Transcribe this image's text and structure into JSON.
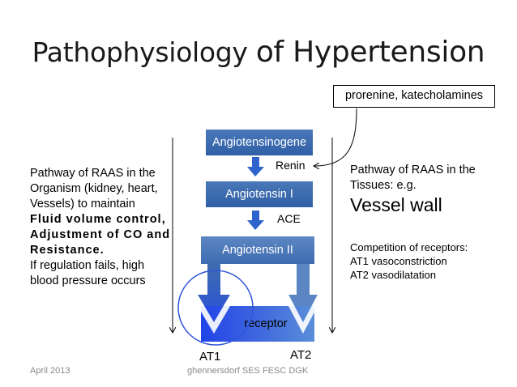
{
  "title": {
    "part1": "Pathophysiology ",
    "part2": "of Hypertension"
  },
  "boxes": {
    "prorenin": "prorenine, katecholamines",
    "angiotensinogen": "Angiotensinogene",
    "angiotensin1": "Angiotensin I",
    "angiotensin2": "Angiotensin II",
    "receptor": "receptor"
  },
  "labels": {
    "renin": "Renin",
    "ace": "ACE",
    "at1": "AT1",
    "at2": "AT2"
  },
  "left_text": {
    "line1": "Pathway of RAAS in the",
    "line2": "Organism (kidney, heart,",
    "line3": "Vessels) to maintain",
    "bold1": "Fluid volume control,",
    "bold2": "Adjustment of CO and",
    "bold3": "Resistance.",
    "line4": "If regulation fails, high",
    "line5": "blood pressure occurs"
  },
  "right_text": {
    "line1": "Pathway of RAAS in the",
    "line2": "Tissues: e.g.",
    "big": "Vessel wall",
    "comp1": "Competition of receptors:",
    "comp2": "AT1 vasoconstriction",
    "comp3": "AT2 vasodilatation"
  },
  "footer": {
    "left": "April 2013",
    "center": "ghennersdorf SES FESC DGK"
  },
  "colors": {
    "box_blue": "#2f5fa6",
    "receptor_blue": "#1f44e8",
    "arrow_blue": "#3a78d8"
  }
}
